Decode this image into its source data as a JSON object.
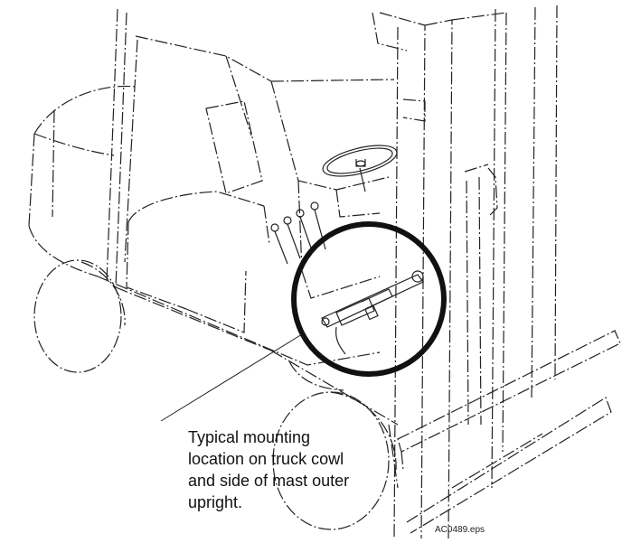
{
  "caption": {
    "line1": "Typical mounting",
    "line2": "location on truck cowl",
    "line3": "and side of mast outer",
    "line4": "upright."
  },
  "file_reference": "AC0489.eps"
}
